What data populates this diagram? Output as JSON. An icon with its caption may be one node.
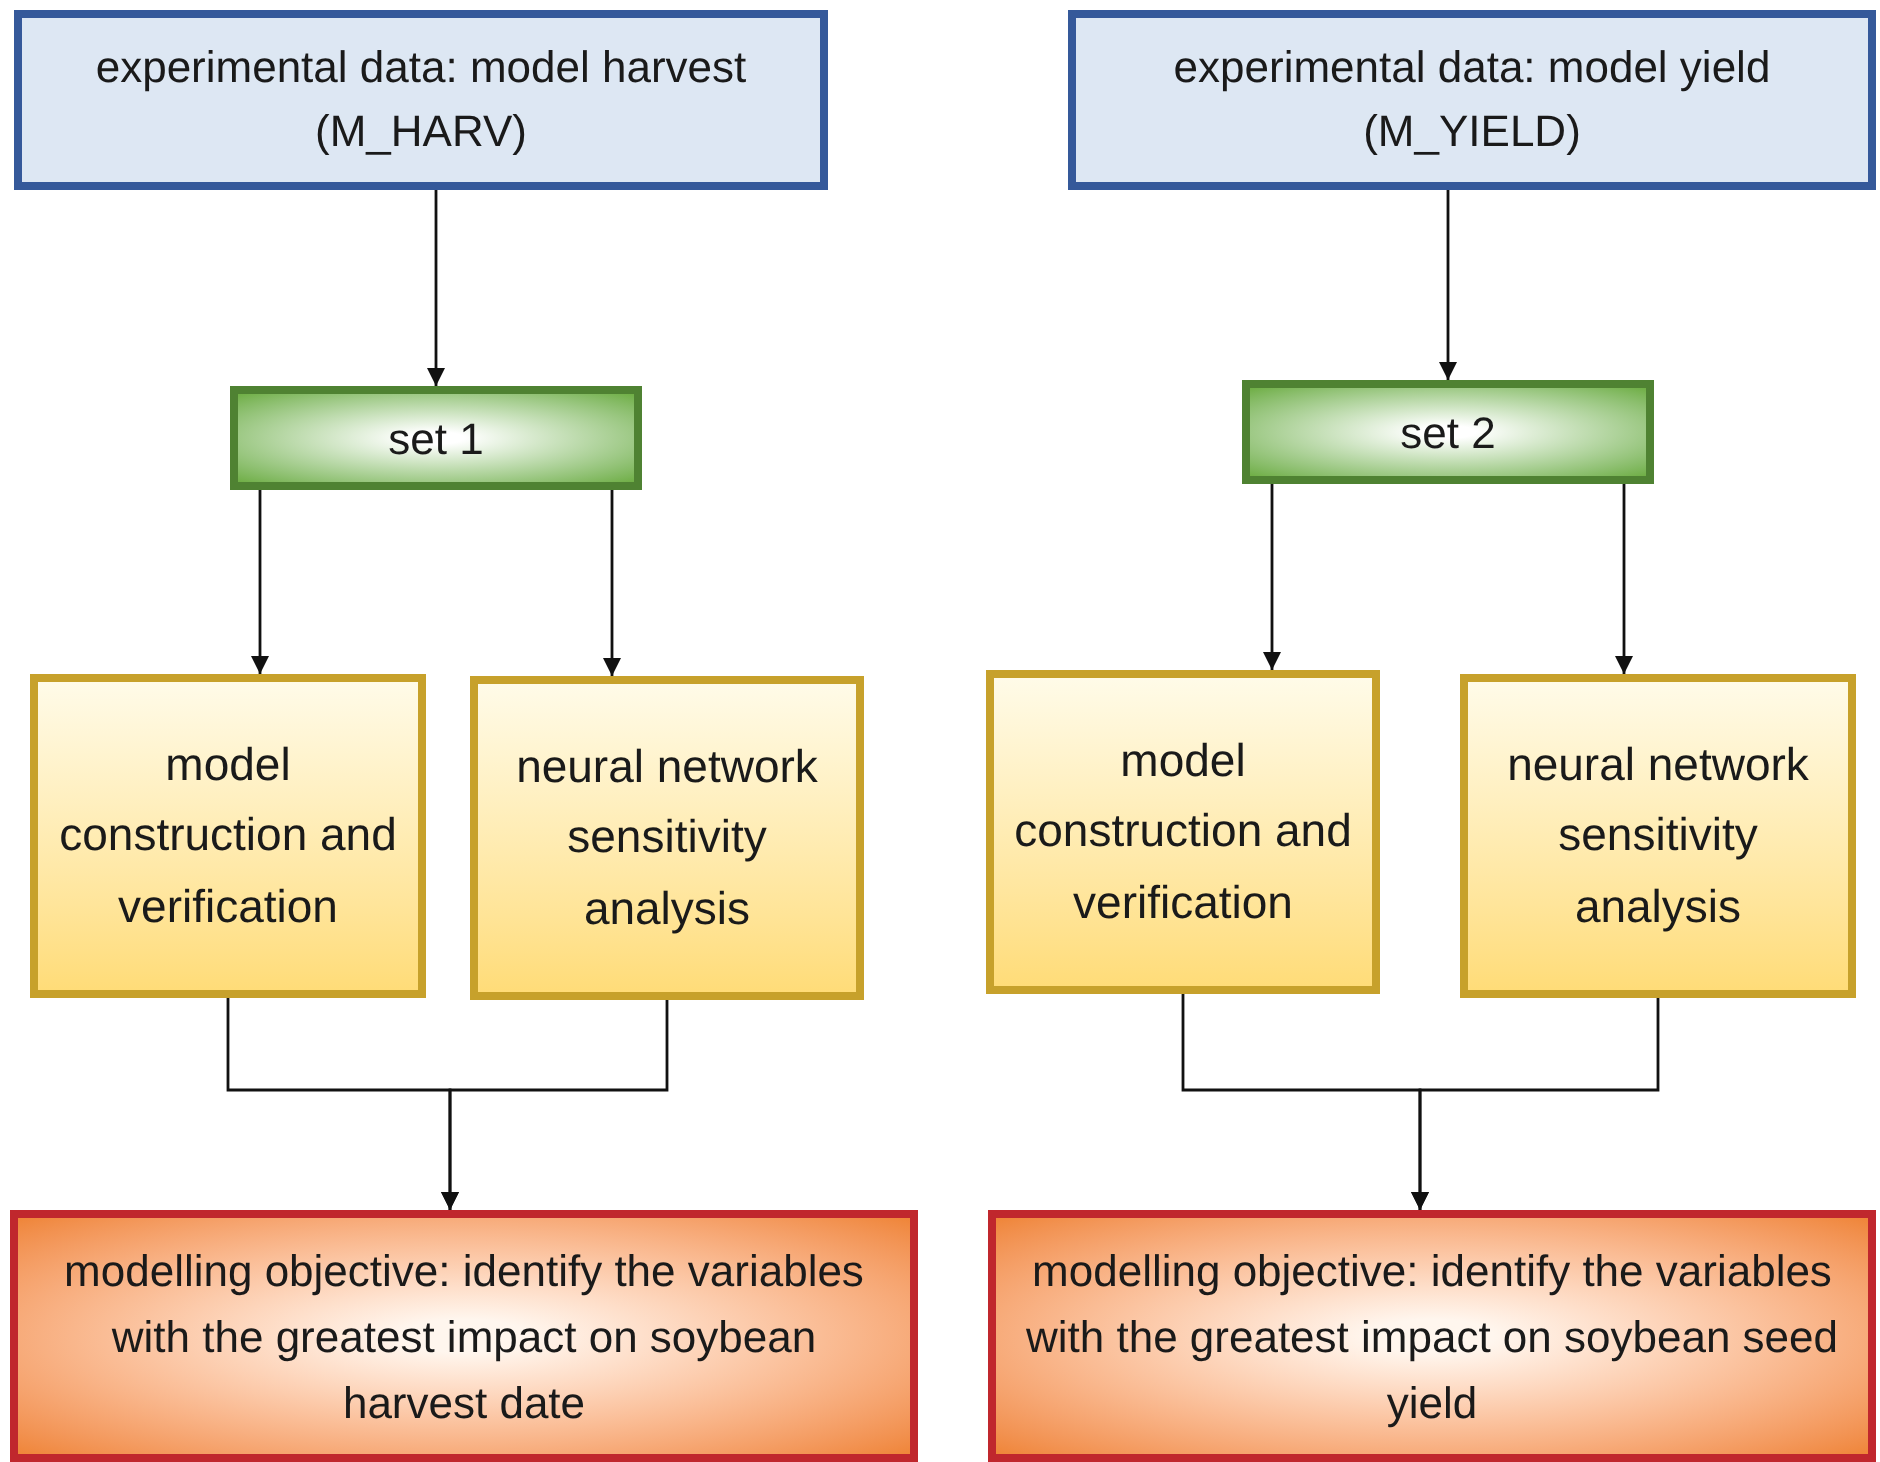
{
  "diagram": {
    "nodes": [
      {
        "text": [
          "experimental data: model harvest (M_HARV)"
        ]
      },
      {
        "text": [
          "set 1"
        ]
      },
      {
        "text": [
          "model construction and verification"
        ]
      },
      {
        "text": [
          "neural network sensitivity analysis"
        ]
      },
      {
        "text": [
          "modelling objective: identify the variables with the greatest impact on soybean harvest date"
        ]
      },
      {
        "text": [
          "experimental data: model yield (M_YIELD)"
        ]
      },
      {
        "text": [
          "set 2"
        ]
      },
      {
        "text": [
          "model construction and verification"
        ]
      },
      {
        "text": [
          "neural network sensitivity analysis"
        ]
      },
      {
        "text": [
          "modelling objective: identify the variables with the greatest impact on soybean seed yield"
        ]
      }
    ],
    "edges": [
      {
        "from": 0,
        "to": 1,
        "arrow": "to"
      },
      {
        "from": 1,
        "to": 2,
        "arrow": "to"
      },
      {
        "from": 1,
        "to": 3,
        "arrow": "to"
      },
      {
        "from": 2,
        "to": 4,
        "arrow": "to"
      },
      {
        "from": 3,
        "to": 4,
        "arrow": "to"
      },
      {
        "from": 5,
        "to": 6,
        "arrow": "to"
      },
      {
        "from": 6,
        "to": 7,
        "arrow": "to"
      },
      {
        "from": 6,
        "to": 8,
        "arrow": "to"
      },
      {
        "from": 7,
        "to": 9,
        "arrow": "to"
      },
      {
        "from": 8,
        "to": 9,
        "arrow": "to"
      }
    ]
  }
}
